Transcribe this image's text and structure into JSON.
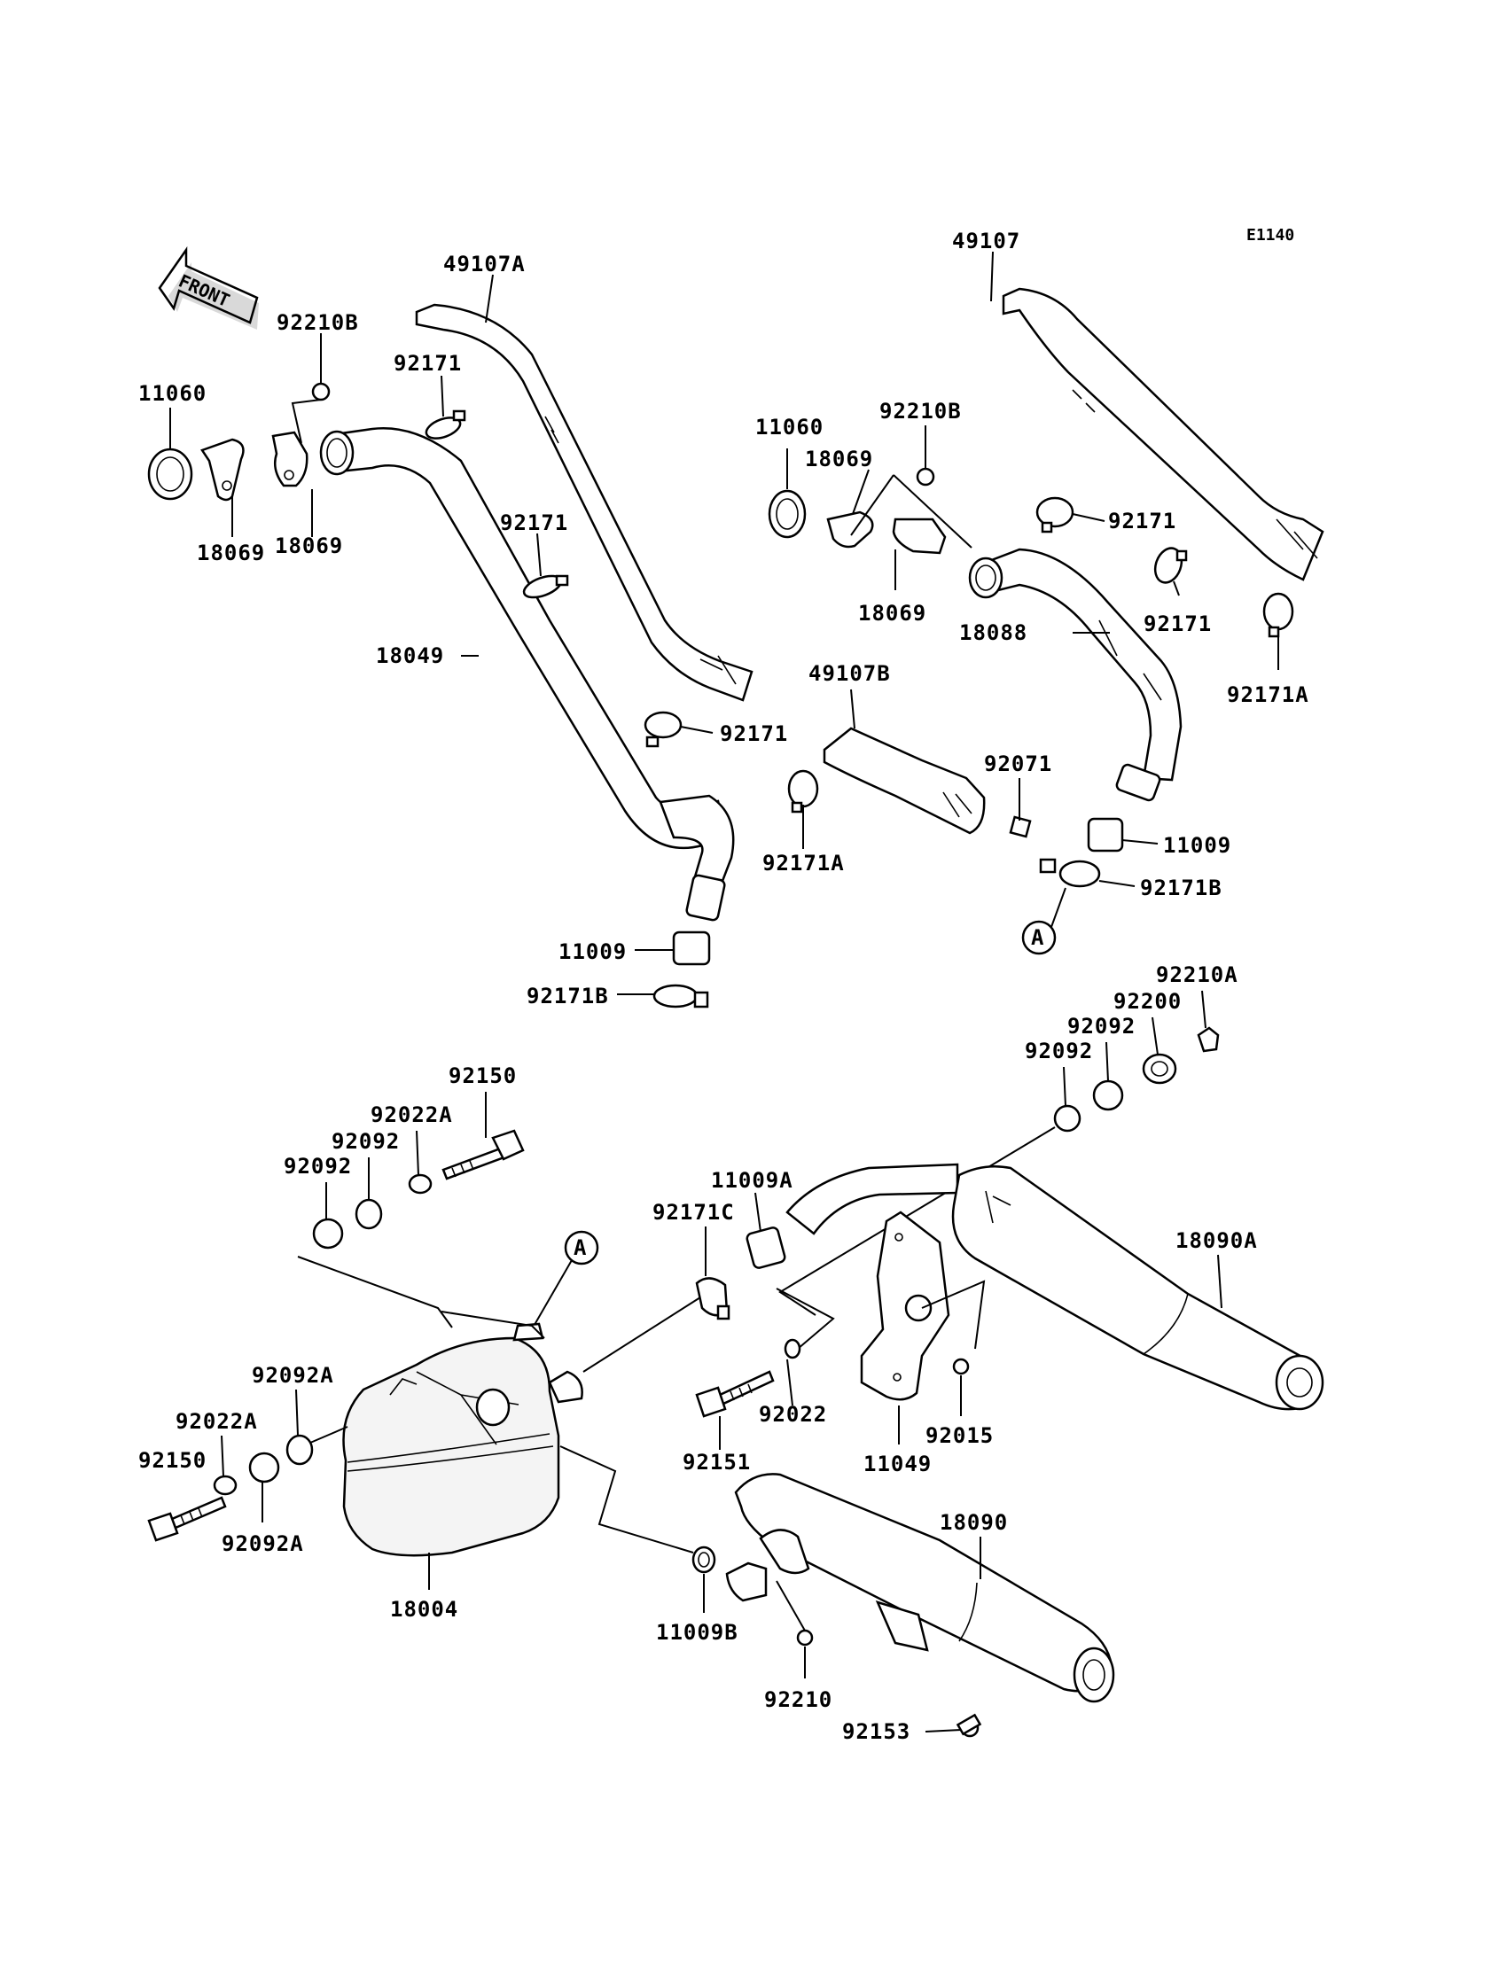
{
  "diagram_code": "E1140",
  "front_arrow_text": "FRONT",
  "ref_marker": "A",
  "labels": {
    "p49107A": "49107A",
    "p49107": "49107",
    "p92210B_l": "92210B",
    "p92210B_r": "92210B",
    "p11060_l": "11060",
    "p11060_r": "11060",
    "p92171_a": "92171",
    "p92171_b": "92171",
    "p92171_c": "92171",
    "p92171_d": "92171",
    "p92171_e": "92171",
    "p18069_a": "18069",
    "p18069_b": "18069",
    "p18069_c": "18069",
    "p18069_d": "18069",
    "p18049": "18049",
    "p18088": "18088",
    "p92171A_r": "92171A",
    "p92171A_m": "92171A",
    "p49107B": "49107B",
    "p92071": "92071",
    "p11009_r": "11009",
    "p11009_l": "11009",
    "p92171B_r": "92171B",
    "p92171B_l": "92171B",
    "p92210A": "92210A",
    "p92200": "92200",
    "p92092_r1": "92092",
    "p92092_r2": "92092",
    "p92150_t": "92150",
    "p92022A_t": "92022A",
    "p92092_l1": "92092",
    "p92092_l2": "92092",
    "p11009A": "11009A",
    "p92171C": "92171C",
    "p18090A": "18090A",
    "p92092A_1": "92092A",
    "p92022A_b": "92022A",
    "p92150_b": "92150",
    "p92092A_2": "92092A",
    "p92022": "92022",
    "p92015": "92015",
    "p92151": "92151",
    "p11049": "11049",
    "p18004": "18004",
    "p18090": "18090",
    "p11009B": "11009B",
    "p92210": "92210",
    "p92153": "92153"
  }
}
